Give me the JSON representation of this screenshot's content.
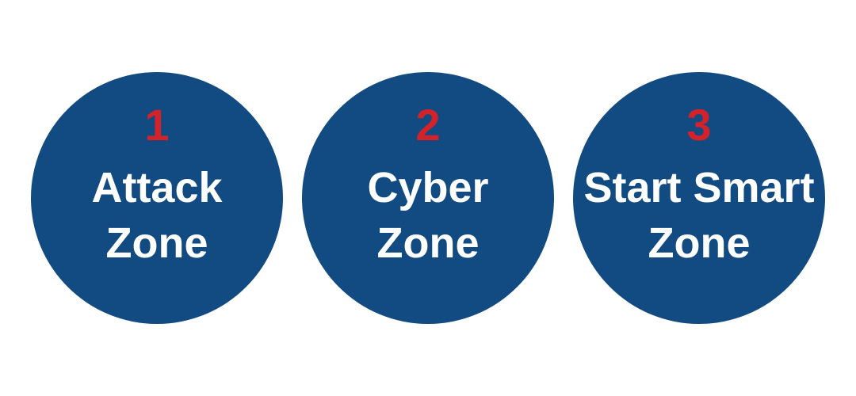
{
  "zones": [
    {
      "number": "1",
      "label": "Attack\nZone"
    },
    {
      "number": "2",
      "label": "Cyber\nZone"
    },
    {
      "number": "3",
      "label": "Start Smart\nZone"
    }
  ],
  "colors": {
    "circle-fill": "#124A82",
    "number-color": "#D2232A",
    "label-color": "#FFFFFF",
    "page-bg": "#FFFFFF"
  }
}
